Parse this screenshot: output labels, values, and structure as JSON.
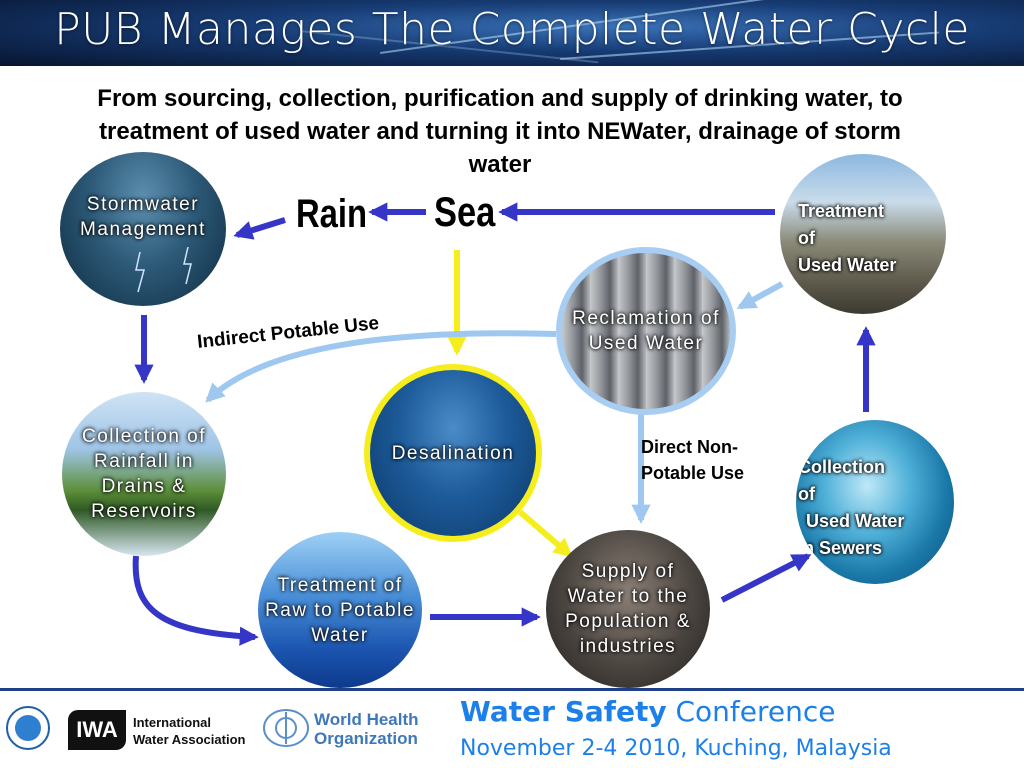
{
  "title": "PUB Manages The Complete Water Cycle",
  "subtitle": "From sourcing, collection, purification and supply of drinking water, to treatment of used water and turning it into NEWater, drainage of storm water",
  "labels": {
    "rain": "Rain",
    "sea": "Sea",
    "indirect_potable": "Indirect Potable Use",
    "direct_non_potable": "Direct Non-Potable Use"
  },
  "nodes": {
    "stormwater": "Stormwater Management",
    "collection_rainfall": "Collection of Rainfall in Drains & Reservoirs",
    "treatment_raw": "Treatment of Raw to Potable Water",
    "desalination": "Desalination",
    "supply": "Supply of Water to the Population & industries",
    "reclamation": "Reclamation of Used Water",
    "treatment_used_l1": "Treatment",
    "treatment_used_l2": "of",
    "treatment_used_l3": "Used Water",
    "collection_sewers_l1": "Collection",
    "collection_sewers_l2": "of",
    "collection_sewers_l3": "Used Water",
    "collection_sewers_l4": "in Sewers"
  },
  "footer": {
    "conference_bold": "Water Safety",
    "conference_rest": " Conference",
    "date": "November 2-4 2010, Kuching, Malaysia",
    "iwa_abbr": "IWA",
    "iwa_line1": "International",
    "iwa_line2": "Water Association",
    "who_line1": "World Health",
    "who_line2": "Organization"
  },
  "colors": {
    "arrow_dark_blue": "#3535c8",
    "arrow_light_blue": "#9ec8f0",
    "arrow_yellow": "#f6ee1c",
    "footer_blue": "#1c80e8",
    "title_bar": "#163a72"
  }
}
